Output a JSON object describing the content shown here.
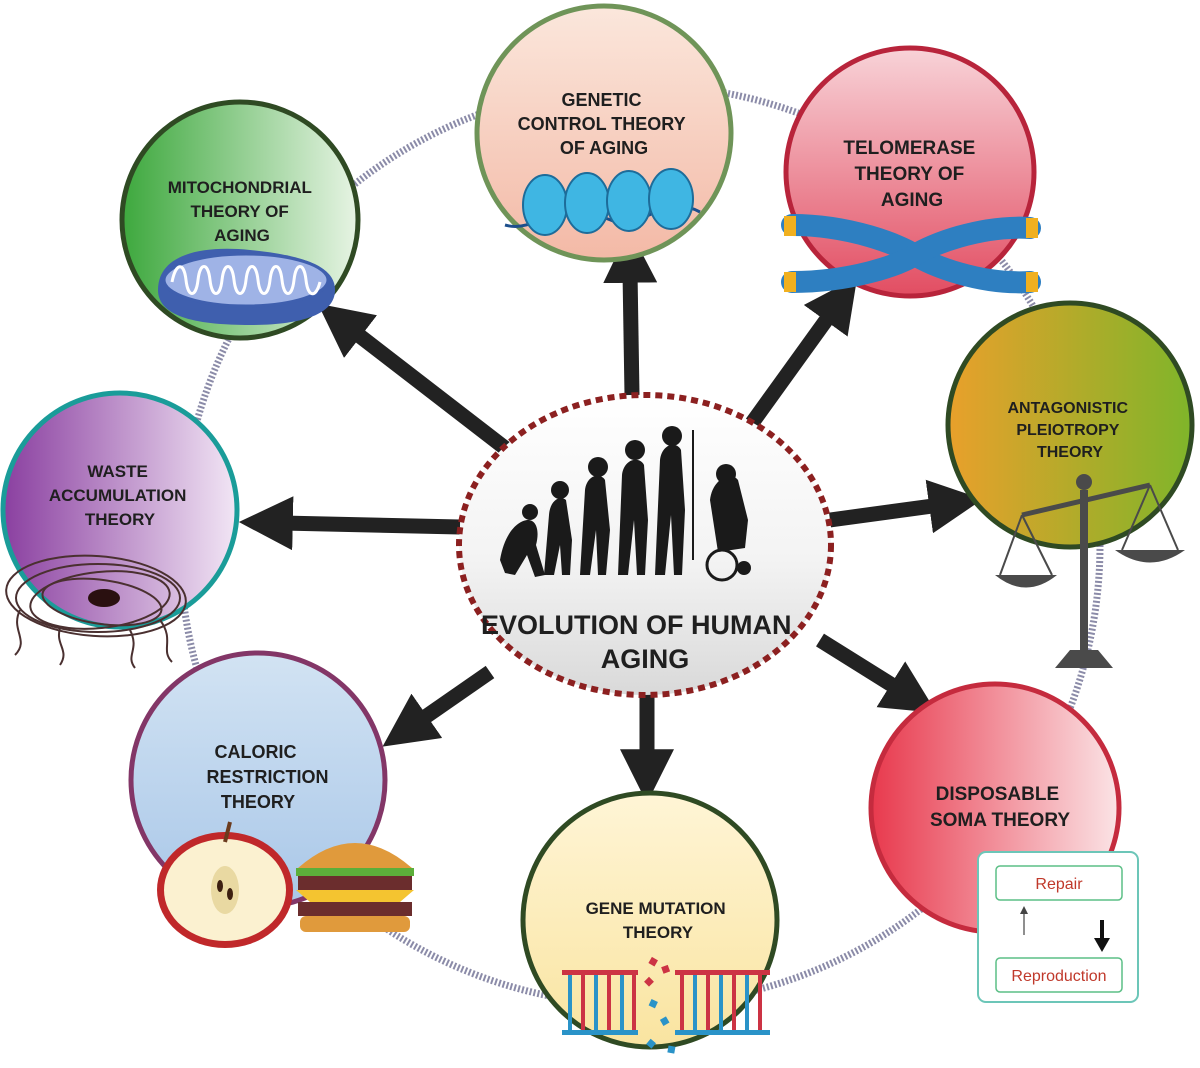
{
  "center": {
    "title_lines": [
      "EVOLUTION OF HUMAN",
      "AGING"
    ]
  },
  "theories": [
    {
      "id": "genetic",
      "lines": [
        "GENETIC",
        "CONTROL THEORY",
        "OF AGING"
      ],
      "border": "#6f9458",
      "fill_top": "#fbe7dc",
      "fill_bottom": "#f3b9a6"
    },
    {
      "id": "telomerase",
      "lines": [
        "TELOMERASE",
        "THEORY OF",
        "AGING"
      ],
      "border": "#b8243b",
      "fill_top": "#f8d3d8",
      "fill_bottom": "#e24d62"
    },
    {
      "id": "antagonistic",
      "lines": [
        "ANTAGONISTIC",
        "PLEIOTROPY",
        "THEORY"
      ],
      "border": "#2f4a23",
      "fill_top": "#e9a02b",
      "fill_bottom": "#7fb52a"
    },
    {
      "id": "disposable",
      "lines": [
        "DISPOSABLE",
        "SOMA THEORY"
      ],
      "border": "#c52b3e",
      "fill_top": "#e8394d",
      "fill_bottom": "#fbe4e6"
    },
    {
      "id": "gene-mutation",
      "lines": [
        "GENE MUTATION",
        "THEORY"
      ],
      "border": "#2f4a23",
      "fill_top": "#fff5d6",
      "fill_bottom": "#f9e4a0"
    },
    {
      "id": "caloric",
      "lines": [
        "CALORIC",
        "RESTRICTION",
        "THEORY"
      ],
      "border": "#833667",
      "fill_top": "#d2e3f3",
      "fill_bottom": "#a9c7e8"
    },
    {
      "id": "waste",
      "lines": [
        "WASTE",
        "ACCUMULATION",
        "THEORY"
      ],
      "border": "#1a9c99",
      "fill_top": "#8a3fa0",
      "fill_bottom": "#f2e6f5"
    },
    {
      "id": "mitochondrial",
      "lines": [
        "MITOCHONDRIAL",
        "THEORY OF",
        "AGING"
      ],
      "border": "#2f4a23",
      "fill_top": "#3da83d",
      "fill_bottom": "#e7f4e4"
    }
  ],
  "soma_box": {
    "top_label": "Repair",
    "bottom_label": "Reproduction"
  },
  "colors": {
    "arrow": "#222222",
    "center_dots": "#8c2020",
    "ring_line": "#8b8ba8"
  }
}
